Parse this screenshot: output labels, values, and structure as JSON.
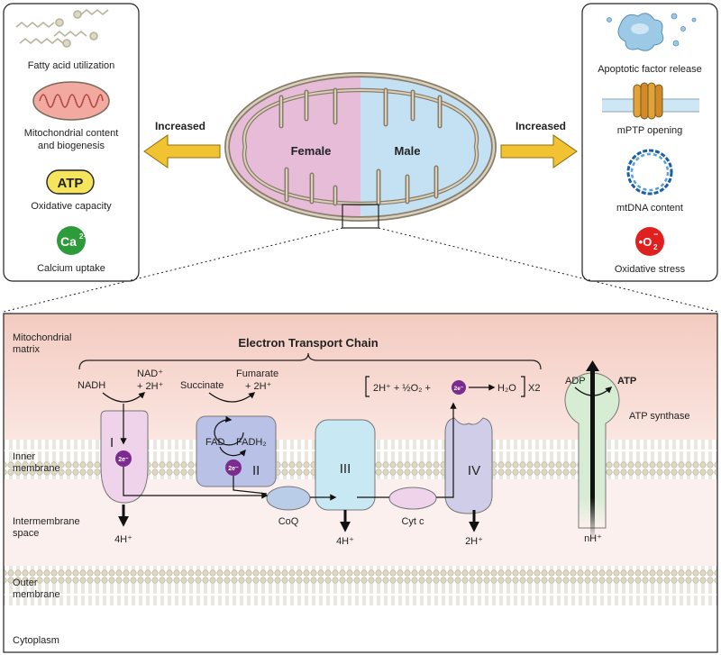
{
  "left_panel": {
    "items": [
      {
        "label": "Fatty acid utilization"
      },
      {
        "label": "Mitochondrial content"
      },
      {
        "label": "and biogenesis"
      },
      {
        "label": "Oxidative capacity"
      },
      {
        "label": "Calcium uptake"
      }
    ],
    "atp_badge": "ATP",
    "ca_badge": "Ca",
    "ca_charge": "2+",
    "arrow_label": "Increased"
  },
  "right_panel": {
    "items": [
      {
        "label": "Apoptotic factor release"
      },
      {
        "label": "mPTP opening"
      },
      {
        "label": "mtDNA content"
      },
      {
        "label": "Oxidative stress"
      }
    ],
    "o2_badge": "•O",
    "o2_sub": "2",
    "o2_charge": "−",
    "arrow_label": "Increased"
  },
  "mitochondrion": {
    "female": "Female",
    "male": "Male"
  },
  "etc": {
    "title": "Electron Transport Chain",
    "regions": {
      "matrix_1": "Mitochondrial",
      "matrix_2": "matrix",
      "inner_1": "Inner",
      "inner_2": "membrane",
      "ims_1": "Intermembrane",
      "ims_2": "space",
      "outer_1": "Outer",
      "outer_2": "membrane",
      "cytoplasm": "Cytoplasm"
    },
    "complex": {
      "I": "I",
      "II": "II",
      "III": "III",
      "IV": "IV"
    },
    "electron": "2e⁻",
    "nadh": "NADH",
    "nad": "NAD⁺",
    "nad_h": "+ 2H⁺",
    "succinate": "Succinate",
    "fumarate": "Fumarate",
    "fumarate_h": "+ 2H⁺",
    "fad": "FAD",
    "fadh2": "FADH₂",
    "coq": "CoQ",
    "cytc": "Cyt c",
    "h_out_1": "4H⁺",
    "h_out_3": "4H⁺",
    "h_out_4": "2H⁺",
    "reaction_left": "2H⁺ + ½O₂ +",
    "reaction_right": "H₂O",
    "reaction_mult": "X2",
    "adp": "ADP",
    "atp": "ATP",
    "atp_synthase": "ATP synthase",
    "nh": "nH⁺"
  },
  "colors": {
    "female": "#e7bcd9",
    "male": "#c3e1f2",
    "matrix_top": "#f3cbc0",
    "matrix_bottom": "#fbe6e1",
    "ims": "#fcf0ee",
    "complex_I": "#efd3ea",
    "complex_II": "#b9c1e6",
    "complex_III": "#c8e9f3",
    "complex_IV": "#cfcde8",
    "atp_synthase": "#d6ecd3",
    "electron": "#7b2c8e",
    "arrow": "#f1c232",
    "ca": "#2e9b3a",
    "o2": "#e0201e"
  }
}
